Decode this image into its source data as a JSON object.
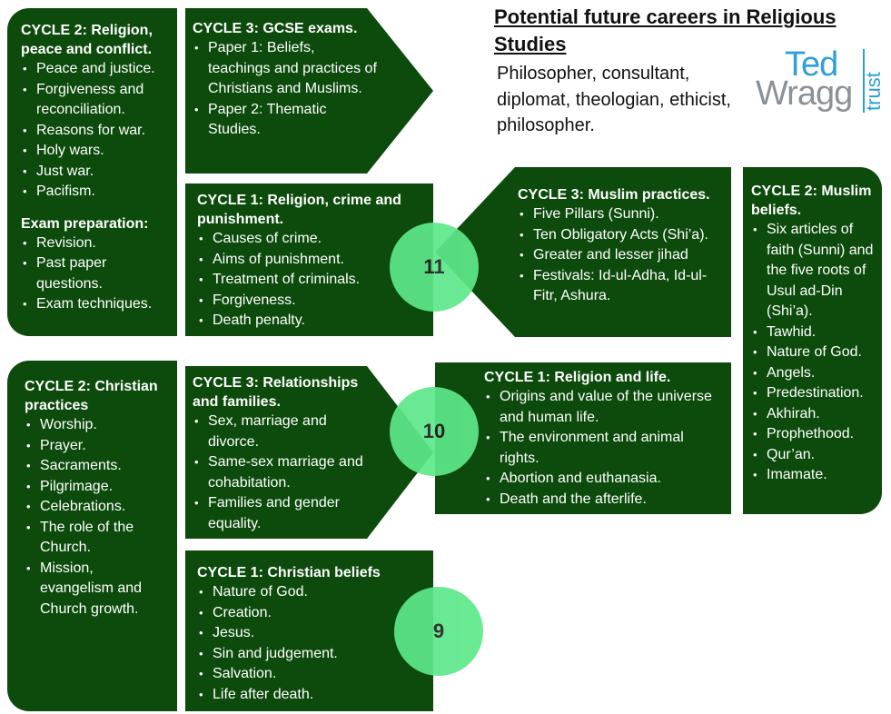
{
  "header": {
    "title": "Potential future careers in Religious Studies",
    "careers": "Philosopher, consultant, diplomat, theologian, ethicist, philosopher."
  },
  "logo": {
    "ted": "Ted",
    "wragg": "Wragg",
    "trust": "trust"
  },
  "colors": {
    "box": "#0d4b0d",
    "circle": "#5de88a"
  },
  "year11": {
    "number": "11",
    "peace": {
      "title": "CYCLE 2: Religion, peace and conflict.",
      "items": [
        "Peace and justice.",
        "Forgiveness and reconciliation.",
        "Reasons for war.",
        "Holy wars.",
        "Just war.",
        "Pacifism."
      ],
      "exam_title": "Exam preparation:",
      "exam_items": [
        "Revision.",
        "Past paper questions.",
        "Exam techniques."
      ]
    },
    "gcse": {
      "title": "CYCLE 3: GCSE exams.",
      "items": [
        "Paper 1: Beliefs, teachings and practices of Christians and Muslims.",
        "Paper 2: Thematic Studies."
      ]
    },
    "crime": {
      "title": "CYCLE 1: Religion, crime and punishment.",
      "items": [
        "Causes of crime.",
        "Aims of punishment.",
        "Treatment of criminals.",
        "Forgiveness.",
        "Death penalty."
      ]
    },
    "muslim_practices": {
      "title": "CYCLE 3: Muslim practices.",
      "items": [
        "Five Pillars (Sunni).",
        "Ten Obligatory Acts (Shi’a).",
        "Greater and lesser jihad",
        "Festivals: Id-ul-Adha, Id-ul-Fitr, Ashura."
      ]
    },
    "muslim_beliefs": {
      "title": "CYCLE 2: Muslim beliefs.",
      "items": [
        "Six articles of faith (Sunni) and the five roots of Usul ad-Din (Shi’a).",
        "Tawhid.",
        "Nature of God.",
        "Angels.",
        "Predestination.",
        "Akhirah.",
        "Prophethood.",
        "Qur’an.",
        "Imamate."
      ]
    }
  },
  "year10": {
    "number": "10",
    "christian_practices": {
      "title": "CYCLE 2: Christian practices",
      "items": [
        "Worship.",
        "Prayer.",
        "Sacraments.",
        "Pilgrimage.",
        "Celebrations.",
        "The role of the Church.",
        "Mission, evangelism and Church growth."
      ]
    },
    "relationships": {
      "title": "CYCLE 3: Relationships and families.",
      "items": [
        "Sex, marriage and divorce.",
        "Same-sex marriage and cohabitation.",
        "Families and gender equality."
      ]
    },
    "life": {
      "title": "CYCLE 1: Religion and life.",
      "items": [
        "Origins and value of the universe and human life.",
        "The environment and animal rights.",
        "Abortion and euthanasia.",
        "Death and the afterlife."
      ]
    }
  },
  "year9": {
    "number": "9",
    "christian_beliefs": {
      "title": "CYCLE 1: Christian beliefs",
      "items": [
        "Nature of God.",
        "Creation.",
        "Jesus.",
        "Sin and judgement.",
        "Salvation.",
        "Life after death."
      ]
    }
  }
}
